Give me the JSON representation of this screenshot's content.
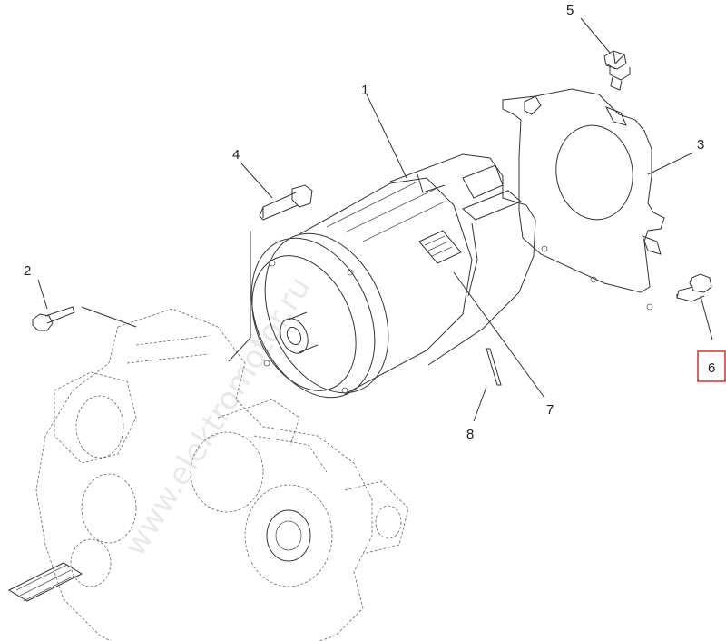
{
  "callouts": [
    {
      "id": "1",
      "label": "1"
    },
    {
      "id": "2",
      "label": "2"
    },
    {
      "id": "3",
      "label": "3"
    },
    {
      "id": "4",
      "label": "4"
    },
    {
      "id": "5",
      "label": "5"
    },
    {
      "id": "6",
      "label": "6",
      "highlighted": true
    },
    {
      "id": "7",
      "label": "7"
    },
    {
      "id": "8",
      "label": "8"
    }
  ],
  "watermark": "www.elektromotor.ru",
  "colors": {
    "line": "#333333",
    "highlight": "#cc3333",
    "watermark": "#d8d8d8"
  }
}
